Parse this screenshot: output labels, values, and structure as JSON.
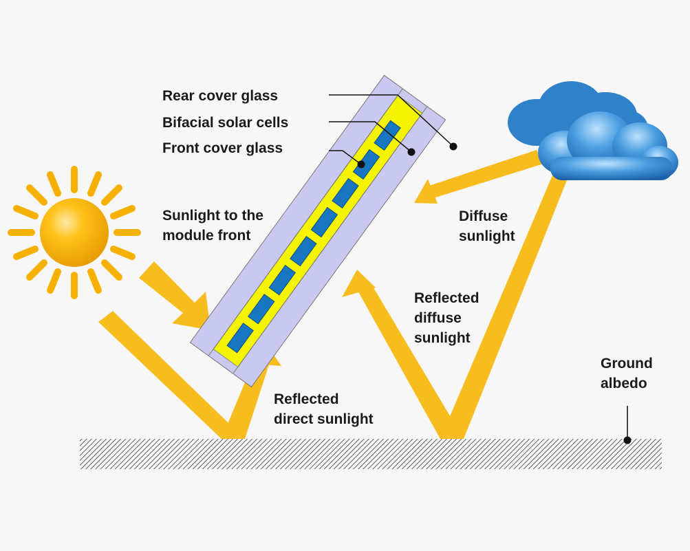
{
  "labels": {
    "rear_cover_glass": "Rear cover glass",
    "bifacial_solar_cells": "Bifacial solar cells",
    "front_cover_glass": "Front cover glass",
    "sunlight_front_1": "Sunlight to the",
    "sunlight_front_2": "module front",
    "diffuse_1": "Diffuse",
    "diffuse_2": "sunlight",
    "refl_diffuse_1": "Reflected",
    "refl_diffuse_2": "diffuse",
    "refl_diffuse_3": "sunlight",
    "refl_direct_1": "Reflected",
    "refl_direct_2": "direct sunlight",
    "ground_1": "Ground",
    "ground_2": "albedo"
  },
  "colors": {
    "background": "#f7f7f7",
    "sun": "#f5b000",
    "ray": "#f7bd1e",
    "glass": "#c9c9f0",
    "encapsulant": "#f4f400",
    "cell": "#1877c0",
    "cloud": "#2a7fc7",
    "ground_hatch": "#3a3a3a"
  },
  "icons": {
    "sun": "sun-icon",
    "cloud": "cloud-icon"
  }
}
